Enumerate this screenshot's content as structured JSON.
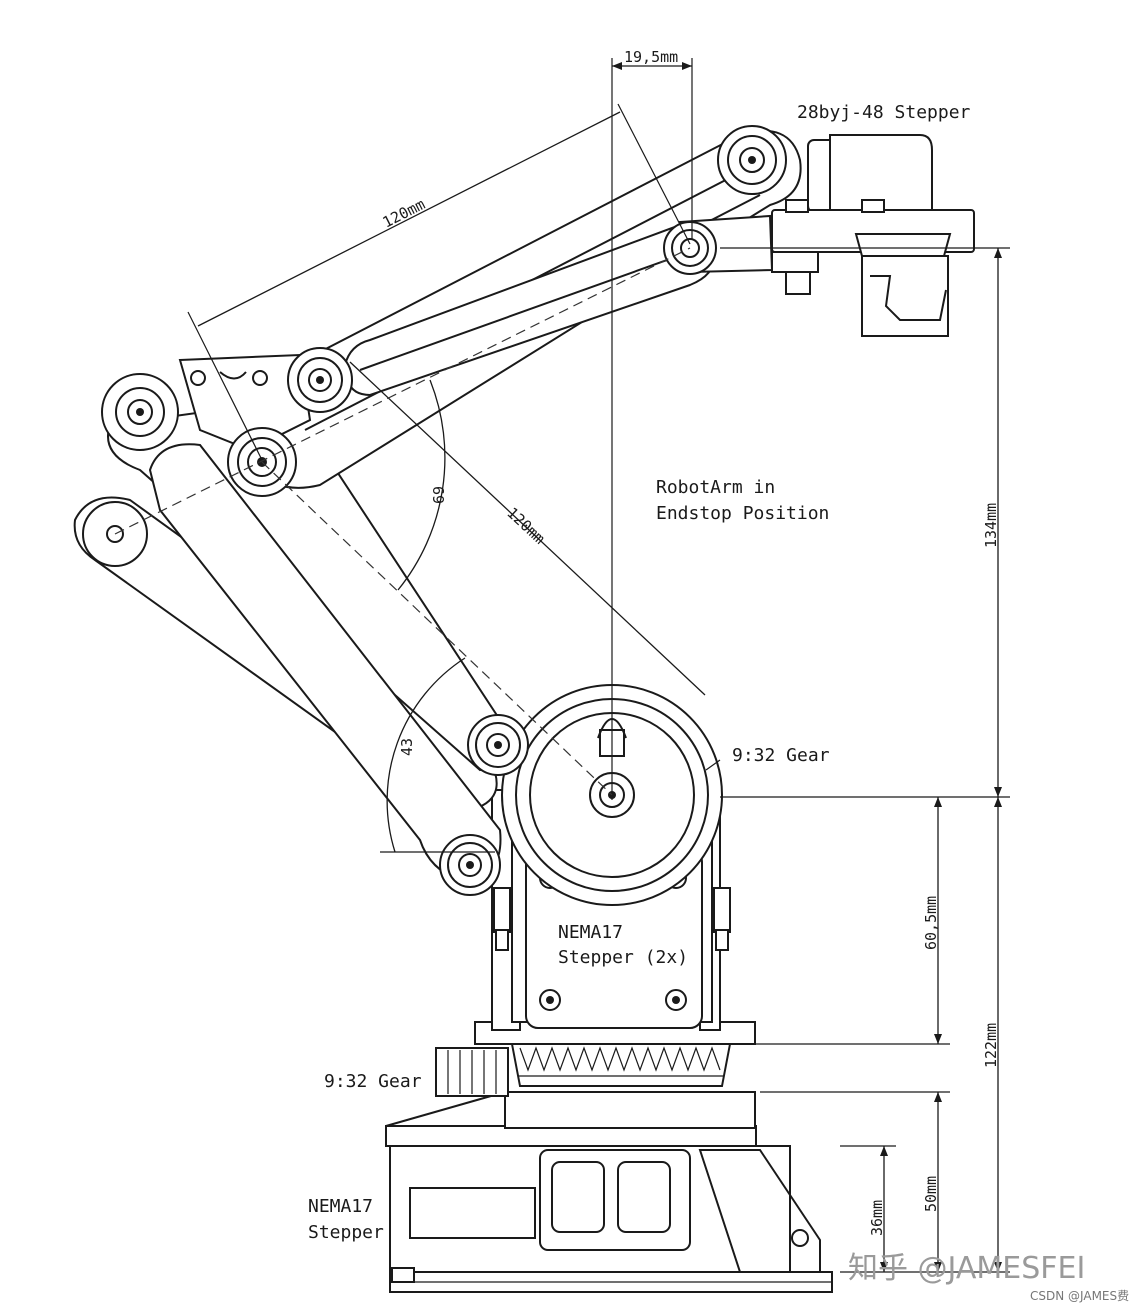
{
  "labels": {
    "top_stepper": "28byj-48 Stepper",
    "status_line1": "RobotArm in",
    "status_line2": "Endstop Position",
    "gear_upper": "9:32 Gear",
    "gear_lower": "9:32 Gear",
    "motor_main_line1": "NEMA17",
    "motor_main_line2": "Stepper (2x)",
    "motor_base_line1": "NEMA17",
    "motor_base_line2": "Stepper"
  },
  "dimensions": {
    "offset_top": "19,5mm",
    "arm_upper": "120mm",
    "arm_lower": "120mm",
    "angle_upper": "69",
    "angle_lower": "43",
    "height_upper": "134mm",
    "height_motor": "60,5mm",
    "height_total": "122mm",
    "height_base": "50mm",
    "height_base_inner": "36mm"
  },
  "watermark": {
    "main": "知乎 @JAMESFEI",
    "small": "CSDN @JAMES费"
  }
}
